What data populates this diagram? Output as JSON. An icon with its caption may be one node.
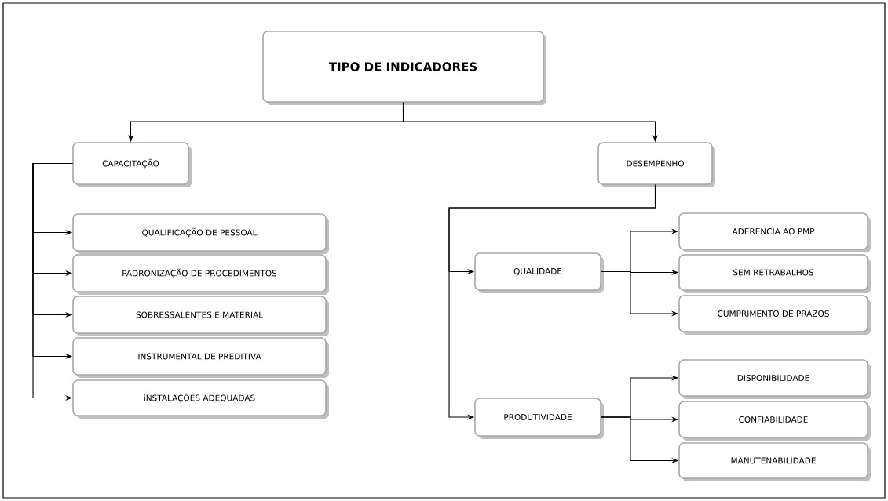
{
  "diagram": {
    "nodes": [
      {
        "text": [
          "TIPO DE INDICADORES"
        ]
      },
      {
        "text": [
          "CAPACITAÇÃO"
        ]
      },
      {
        "text": [
          "DESEMPENHO"
        ]
      },
      {
        "text": [
          "QUALIFICAÇÃO DE PESSOAL"
        ]
      },
      {
        "text": [
          "PADRONIZAÇÃO DE PROCEDIMENTOS"
        ]
      },
      {
        "text": [
          "SOBRESSALENTES E MATERIAL"
        ]
      },
      {
        "text": [
          "INSTRUMENTAL DE PREDITIVA"
        ]
      },
      {
        "text": [
          "iNSTALAÇÕES ADEQUADAS"
        ]
      },
      {
        "text": [
          "QUALIDADE"
        ]
      },
      {
        "text": [
          "ADERENCIA AO PMP"
        ]
      },
      {
        "text": [
          "SEM RETRABALHOS"
        ]
      },
      {
        "text": [
          "CUMPRIMENTO DE PRAZOS"
        ]
      },
      {
        "text": [
          "PRODUTIVIDADE"
        ]
      },
      {
        "text": [
          "DISPONIBILIDADE"
        ]
      },
      {
        "text": [
          "CONFIABILIDADE"
        ]
      },
      {
        "text": [
          "MANUTENABILIDADE"
        ]
      }
    ],
    "edges": [
      {
        "from": 0,
        "to": 1,
        "arrow": "to"
      },
      {
        "from": 0,
        "to": 2,
        "arrow": "to"
      },
      {
        "from": 1,
        "to": 3,
        "arrow": "to"
      },
      {
        "from": 1,
        "to": 4,
        "arrow": "to"
      },
      {
        "from": 1,
        "to": 5,
        "arrow": "to"
      },
      {
        "from": 1,
        "to": 6,
        "arrow": "to"
      },
      {
        "from": 1,
        "to": 7,
        "arrow": "to"
      },
      {
        "from": 2,
        "to": 8,
        "arrow": "to"
      },
      {
        "from": 2,
        "to": 12,
        "arrow": "to"
      },
      {
        "from": 8,
        "to": 9,
        "arrow": "to"
      },
      {
        "from": 8,
        "to": 10,
        "arrow": "to"
      },
      {
        "from": 8,
        "to": 11,
        "arrow": "to"
      },
      {
        "from": 12,
        "to": 13,
        "arrow": "to"
      },
      {
        "from": 12,
        "to": 14,
        "arrow": "to"
      },
      {
        "from": 12,
        "to": 15,
        "arrow": "to"
      }
    ]
  }
}
